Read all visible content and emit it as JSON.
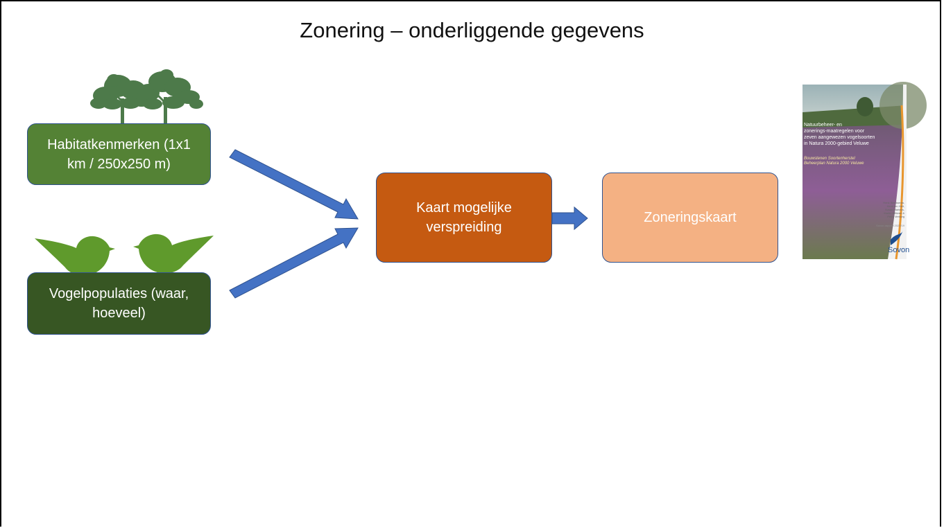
{
  "slide": {
    "title": "Zonering – onderliggende gegevens"
  },
  "boxes": {
    "habitat": "Habitatkenmerken (1x1 km / 250x250 m)",
    "vogel": "Vogelpopulaties (waar, hoeveel)",
    "kaart": "Kaart mogelijke verspreiding",
    "zonering": "Zoneringskaart"
  },
  "report_cover": {
    "title": "Natuurbeheer- en zonerings-maatregelen voor zeven aangewezen vogelsoorten in Natura 2000-gebied Veluwe",
    "subtitle": "Bouwstenen Soortenherstel Beheerplan Natura 2000 Veluwe",
    "authors": "Henk Sierdsema, Henk ten Holt, Susan Martens, Martin Witteen & Petra Verburg",
    "report_number": "Sovon-rapport 2020/19",
    "logo_text": "Sovon"
  },
  "icons": [
    "tree-icon",
    "bird-icon",
    "arrow-right-icon"
  ],
  "colors": {
    "habitat": "#548235",
    "vogel": "#375623",
    "kaart": "#c55a11",
    "zonering": "#f4b183",
    "arrow": "#4472c4",
    "trees": "#4d7a4a",
    "birds": "#5f9a2c"
  }
}
